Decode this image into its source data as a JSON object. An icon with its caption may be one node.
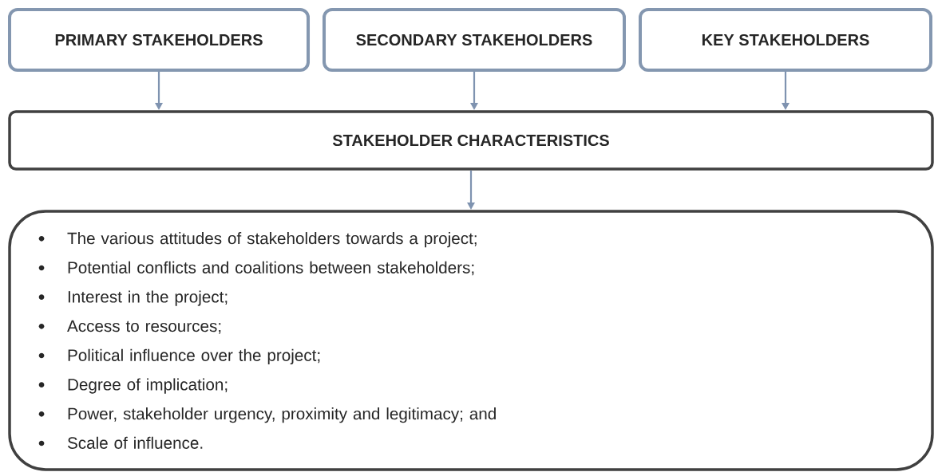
{
  "diagram": {
    "nodes": [
      {
        "text": [
          "PRIMARY STAKEHOLDERS"
        ]
      },
      {
        "text": [
          "SECONDARY STAKEHOLDERS"
        ]
      },
      {
        "text": [
          "KEY STAKEHOLDERS"
        ]
      },
      {
        "text": [
          "STAKEHOLDER CHARACTERISTICS"
        ]
      },
      {
        "text": [
          "The various attitudes of stakeholders towards a project;",
          "Potential conflicts and coalitions between stakeholders;",
          "Interest in the project;",
          "Access to resources;",
          "Political influence over the project;",
          "Degree of implication;",
          "Power, stakeholder urgency, proximity and legitimacy; and",
          "Scale of influence."
        ]
      }
    ],
    "edges": [
      {
        "from": 0,
        "to": 3,
        "arrow": "to"
      },
      {
        "from": 1,
        "to": 3,
        "arrow": "to"
      },
      {
        "from": 2,
        "to": 3,
        "arrow": "to"
      },
      {
        "from": 3,
        "to": 4,
        "arrow": "to"
      }
    ]
  }
}
